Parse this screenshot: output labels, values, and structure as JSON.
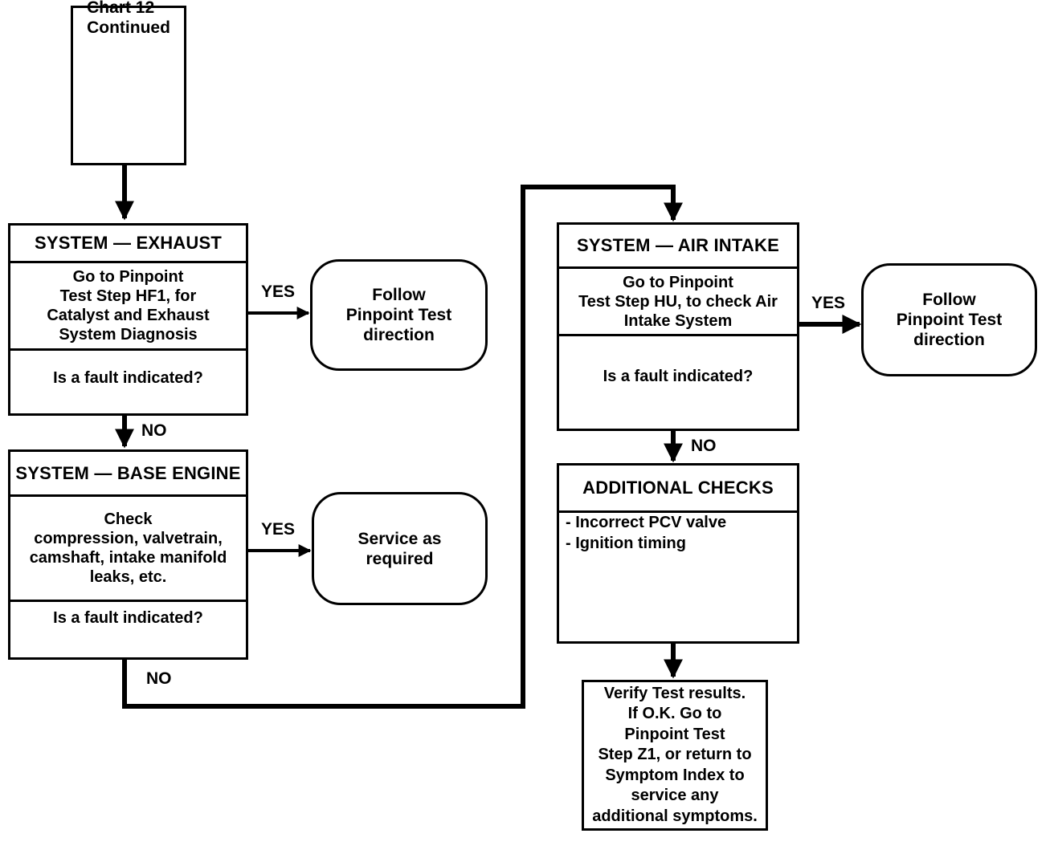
{
  "start": {
    "text": "Chart 12\nContinued"
  },
  "exhaust": {
    "header": "SYSTEM — EXHAUST",
    "instruction": "Go to Pinpoint\nTest Step HF1, for\nCatalyst and Exhaust\nSystem Diagnosis",
    "question": "Is a fault indicated?"
  },
  "exhaust_yes": {
    "label": "YES",
    "result": "Follow\nPinpoint Test\ndirection"
  },
  "exhaust_no": {
    "label": "NO"
  },
  "base_engine": {
    "header": "SYSTEM — BASE ENGINE",
    "instruction": "Check\ncompression, valvetrain,\ncamshaft, intake manifold\nleaks, etc.",
    "question": "Is a fault indicated?"
  },
  "base_yes": {
    "label": "YES",
    "result": "Service as\nrequired"
  },
  "base_no": {
    "label": "NO"
  },
  "air_intake": {
    "header": "SYSTEM — AIR INTAKE",
    "instruction": "Go to Pinpoint\nTest Step HU, to check Air\nIntake System",
    "question": "Is a fault indicated?"
  },
  "air_yes": {
    "label": "YES",
    "result": "Follow\nPinpoint Test\ndirection"
  },
  "air_no": {
    "label": "NO"
  },
  "additional": {
    "header": "ADDITIONAL CHECKS",
    "items": [
      "- Incorrect PCV valve",
      "- Ignition timing"
    ]
  },
  "verify": {
    "text": "Verify Test results.\nIf O.K. Go to\nPinpoint Test\nStep Z1, or return to\nSymptom Index to\nservice any\nadditional symptoms."
  }
}
